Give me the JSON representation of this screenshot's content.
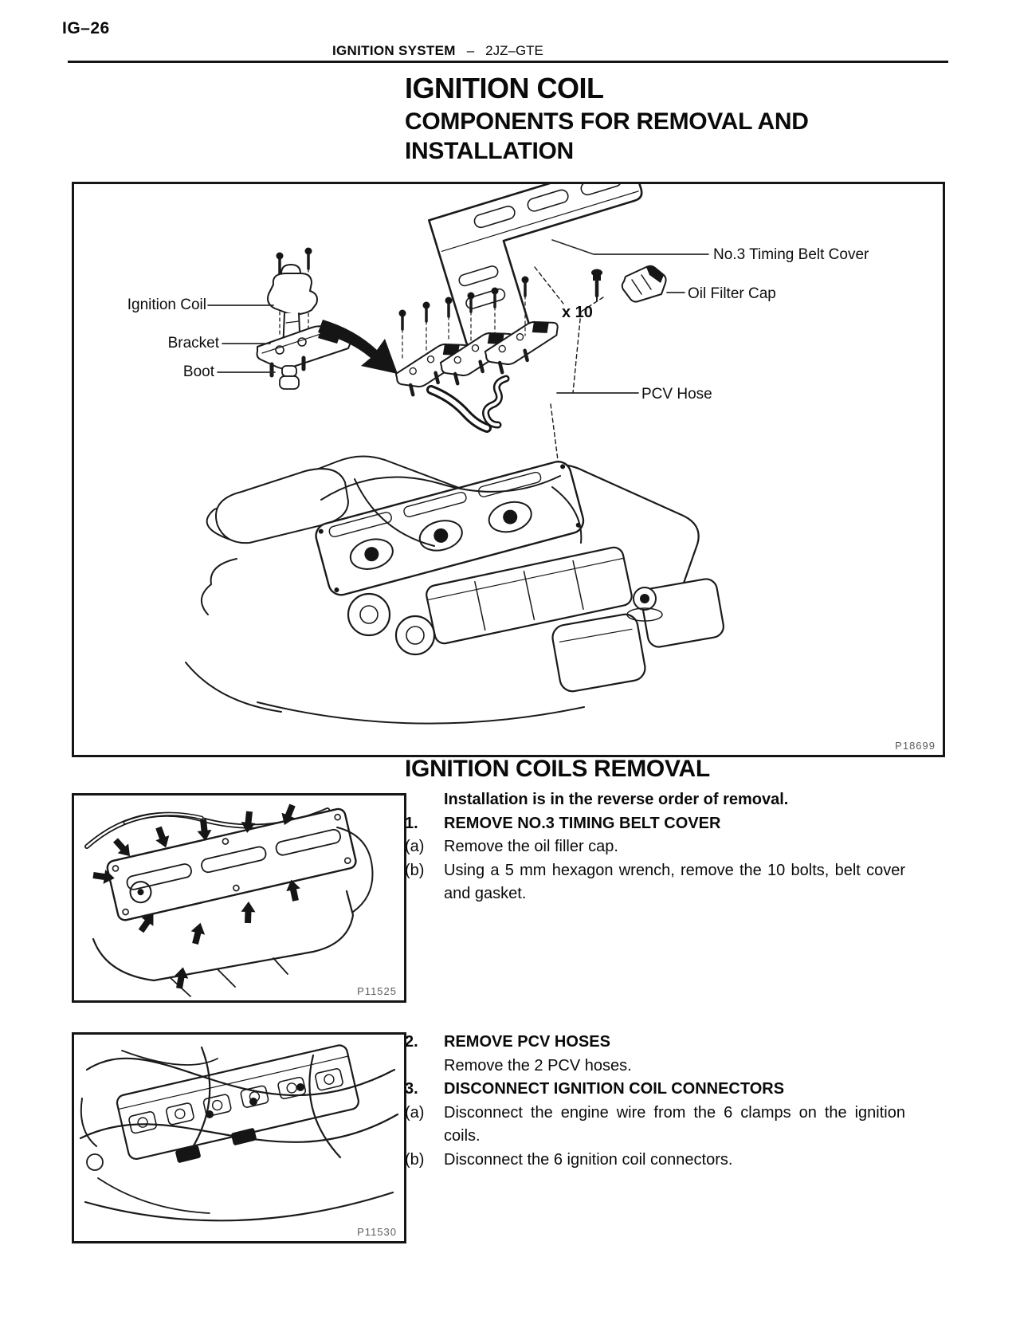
{
  "page": {
    "page_number": "IG–26",
    "header_section": "IGNITION SYSTEM",
    "header_dash": "–",
    "header_model": "2JZ–GTE",
    "title_line1": "IGNITION COIL",
    "title_line2": "COMPONENTS FOR REMOVAL AND",
    "title_line3": "INSTALLATION"
  },
  "main_figure": {
    "labels": {
      "ignition_coil": "Ignition Coil",
      "bracket": "Bracket",
      "boot": "Boot",
      "timing_belt_cover": "No.3 Timing Belt Cover",
      "oil_filler_cap": "Oil Filter Cap",
      "bolt_count": "x 10",
      "pcv_hose": "PCV Hose"
    },
    "figure_code": "P18699"
  },
  "figure_cover_removal": {
    "figure_code": "P11525"
  },
  "figure_coil_removal": {
    "figure_code": "P11530"
  },
  "sections": {
    "removal": {
      "heading": "IGNITION COILS REMOVAL",
      "note": "Installation is in the reverse order of removal.",
      "steps": [
        {
          "num": "1.",
          "text": "REMOVE NO.3 TIMING BELT COVER"
        },
        {
          "num": "(a)",
          "text": "Remove the oil filler cap."
        },
        {
          "num": "(b)",
          "text": "Using a 5 mm hexagon wrench, remove the 10 bolts, belt cover and gasket."
        }
      ]
    },
    "steps2": [
      {
        "num": "2.",
        "text": "REMOVE PCV HOSES"
      },
      {
        "num": "",
        "text": "Remove the 2 PCV hoses."
      },
      {
        "num": "3.",
        "text": "DISCONNECT IGNITION COIL CONNECTORS"
      },
      {
        "num": "(a)",
        "text": "Disconnect the engine wire from the 6 clamps on the ignition coils."
      },
      {
        "num": "(b)",
        "text": "Disconnect the 6 ignition coil connectors."
      }
    ]
  }
}
